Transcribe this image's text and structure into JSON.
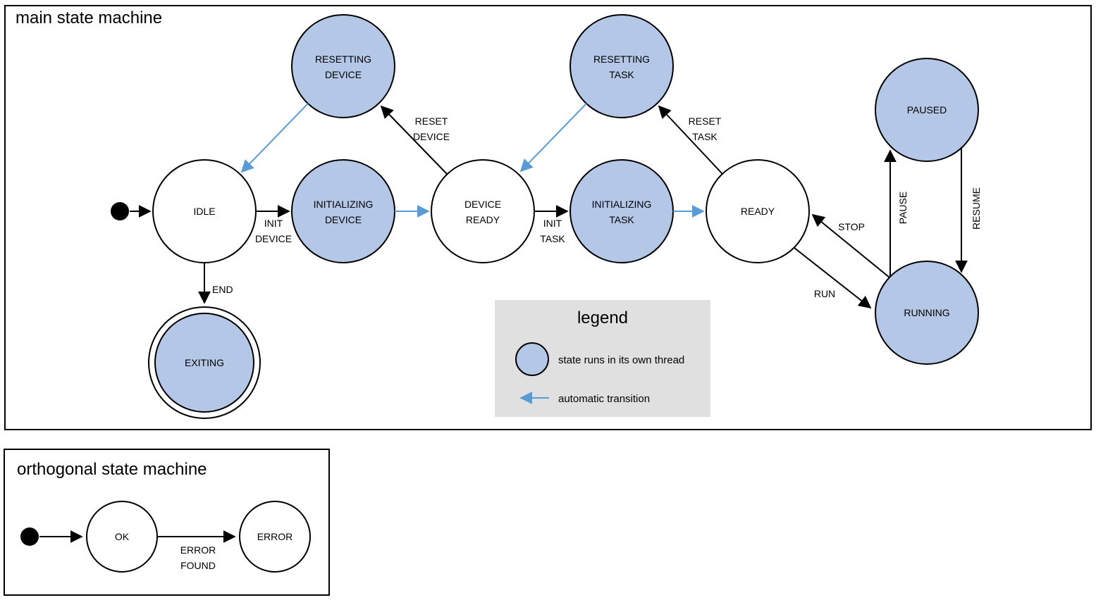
{
  "colors": {
    "threaded_fill": "#b4c7e7",
    "plain_fill": "#ffffff",
    "line": "#000000",
    "auto_transition": "#5b9bd5",
    "legend_bg": "#e0e0e0"
  },
  "main_machine": {
    "title": "main state machine",
    "states": {
      "idle": {
        "label": "IDLE"
      },
      "initializing_device": {
        "line1": "INITIALIZING",
        "line2": "DEVICE"
      },
      "device_ready": {
        "line1": "DEVICE",
        "line2": "READY"
      },
      "resetting_device": {
        "line1": "RESETTING",
        "line2": "DEVICE"
      },
      "resetting_task": {
        "line1": "RESETTING",
        "line2": "TASK"
      },
      "initializing_task": {
        "line1": "INITIALIZING",
        "line2": "TASK"
      },
      "ready": {
        "label": "READY"
      },
      "paused": {
        "label": "PAUSED"
      },
      "running": {
        "label": "RUNNING"
      },
      "exiting": {
        "label": "EXITING"
      }
    },
    "transitions": {
      "init_device": {
        "line1": "INIT",
        "line2": "DEVICE"
      },
      "reset_device": {
        "line1": "RESET",
        "line2": "DEVICE"
      },
      "init_task": {
        "line1": "INIT",
        "line2": "TASK"
      },
      "reset_task": {
        "line1": "RESET",
        "line2": "TASK"
      },
      "stop": {
        "label": "STOP"
      },
      "run": {
        "label": "RUN"
      },
      "pause": {
        "label": "PAUSE"
      },
      "resume": {
        "label": "RESUME"
      },
      "end": {
        "label": "END"
      }
    }
  },
  "legend": {
    "title": "legend",
    "threaded_item": "state runs in its own thread",
    "auto_item": "automatic transition"
  },
  "orthogonal_machine": {
    "title": "orthogonal state machine",
    "states": {
      "ok": {
        "label": "OK"
      },
      "error": {
        "label": "ERROR"
      }
    },
    "transitions": {
      "error_found": {
        "line1": "ERROR",
        "line2": "FOUND"
      }
    }
  }
}
